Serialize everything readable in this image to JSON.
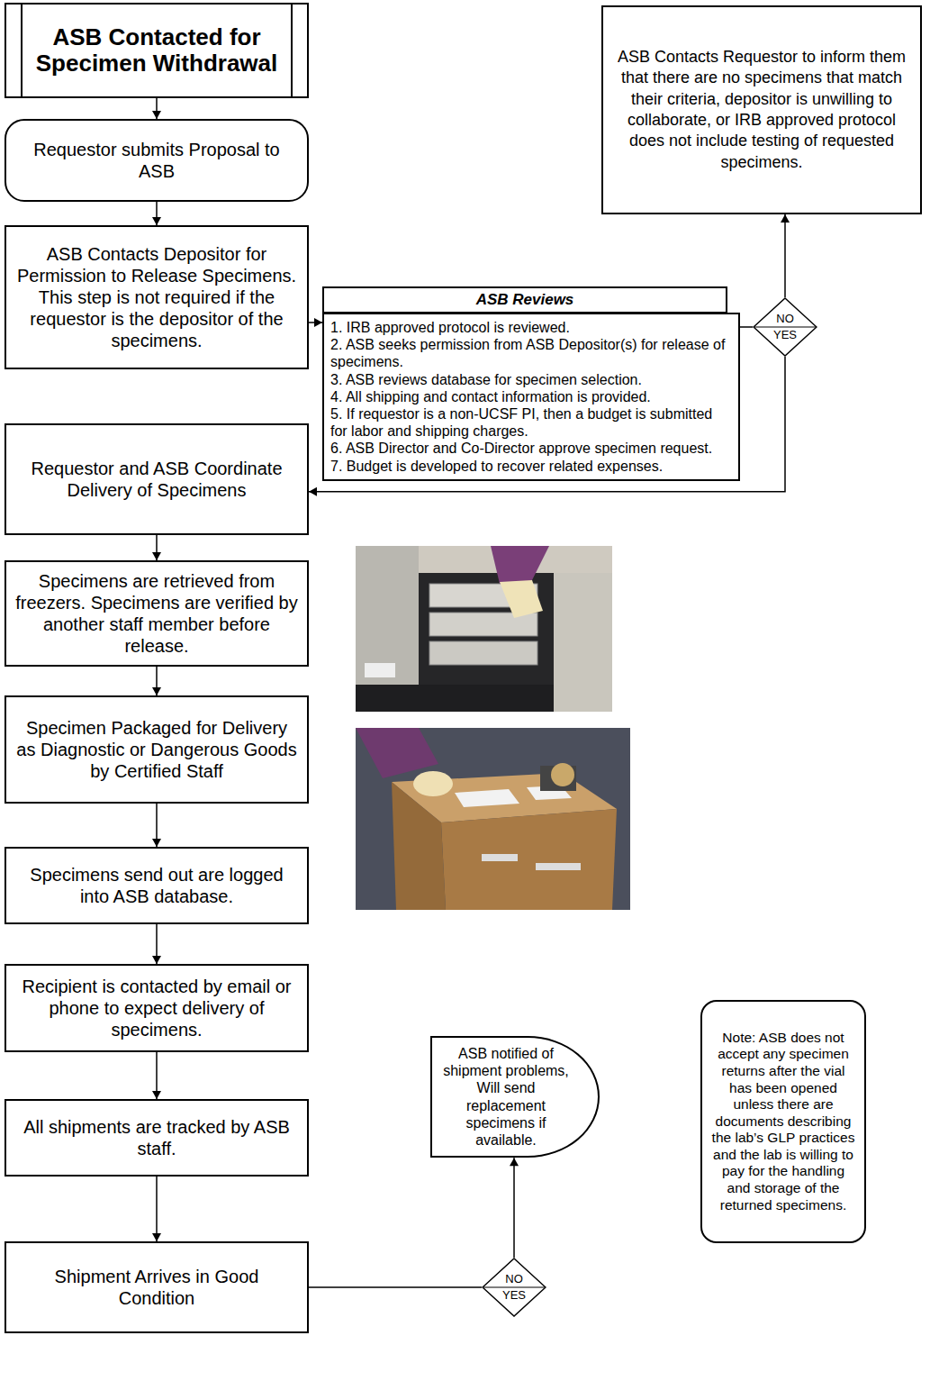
{
  "diagram": {
    "nodes": [
      {
        "text": [
          "ASB Contacted for Specimen Withdrawal"
        ]
      },
      {
        "text": [
          "Requestor submits Proposal to ASB"
        ]
      },
      {
        "text": [
          "ASB Contacts Depositor for Permission to Release Specimens. This step is not required if the requestor is the depositor of the specimens."
        ]
      },
      {
        "text": [
          "ASB Reviews",
          "1. IRB approved protocol is reviewed.",
          "2. ASB seeks permission from ASB Depositor(s) for release of specimens.",
          "3. ASB reviews database for specimen selection.",
          "4. All shipping and contact information is provided.",
          "5. If requestor is a non-UCSF PI, then a budget is submitted for labor and shipping charges.",
          "6. ASB Director and Co-Director approve specimen request.",
          "7. Budget is developed to recover related expenses."
        ]
      },
      {
        "text": [
          "NO",
          "YES"
        ]
      },
      {
        "text": [
          "ASB Contacts Requestor to inform them that there are no specimens that match their criteria, depositor is unwilling to collaborate, or IRB approved protocol does not include testing of requested specimens."
        ]
      },
      {
        "text": [
          "Requestor and ASB Coordinate Delivery of Specimens"
        ]
      },
      {
        "text": [
          "Specimens are retrieved from freezers. Specimens are verified by another staff member before release."
        ]
      },
      {
        "text": [
          "Specimen Packaged for Delivery as Diagnostic or Dangerous Goods by Certified Staff"
        ]
      },
      {
        "text": [
          "Specimens send out are logged into ASB database."
        ]
      },
      {
        "text": [
          "Recipient is contacted by email or phone to expect delivery of specimens."
        ]
      },
      {
        "text": [
          "All shipments are tracked by ASB staff."
        ]
      },
      {
        "text": [
          "ASB notified of shipment problems, Will send replacement specimens if available."
        ]
      },
      {
        "text": [
          "Note: ASB does not accept any specimen returns after the vial has been opened unless there are documents describing the lab’s GLP practices and the lab is willing to pay for the handling and storage of the returned specimens."
        ]
      },
      {
        "text": [
          "Shipment Arrives in Good Condition"
        ]
      },
      {
        "text": [
          "NO",
          "YES"
        ]
      }
    ],
    "edges": [
      {
        "from": 0,
        "to": 1,
        "arrow": "to"
      },
      {
        "from": 1,
        "to": 2,
        "arrow": "to"
      },
      {
        "from": 2,
        "to": 3,
        "arrow": "to"
      },
      {
        "from": 3,
        "to": 4,
        "arrow": "none"
      },
      {
        "from": 4,
        "to": 5,
        "arrow": "to"
      },
      {
        "from": 4,
        "to": 6,
        "arrow": "to"
      },
      {
        "from": 6,
        "to": 7,
        "arrow": "to"
      },
      {
        "from": 7,
        "to": 8,
        "arrow": "to"
      },
      {
        "from": 8,
        "to": 9,
        "arrow": "to"
      },
      {
        "from": 9,
        "to": 10,
        "arrow": "to"
      },
      {
        "from": 10,
        "to": 11,
        "arrow": "to"
      },
      {
        "from": 11,
        "to": 14,
        "arrow": "to"
      },
      {
        "from": 14,
        "to": 15,
        "arrow": "none"
      },
      {
        "from": 15,
        "to": 12,
        "arrow": "to"
      }
    ]
  }
}
